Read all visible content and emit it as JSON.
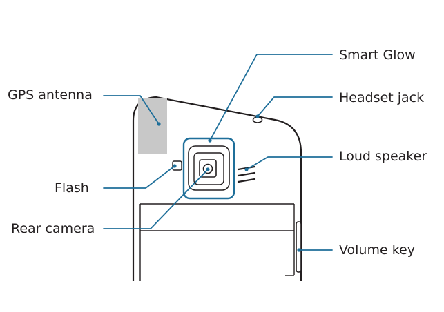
{
  "colors": {
    "callout": "#1f6f9a",
    "outline": "#231f20",
    "gps_patch": "#c8c8c8",
    "background": "#ffffff"
  },
  "labels": {
    "smart_glow": "Smart Glow",
    "gps_antenna": "GPS antenna",
    "headset_jack": "Headset jack",
    "loud_speaker": "Loud speaker",
    "flash": "Flash",
    "rear_camera": "Rear camera",
    "volume_key": "Volume key"
  }
}
